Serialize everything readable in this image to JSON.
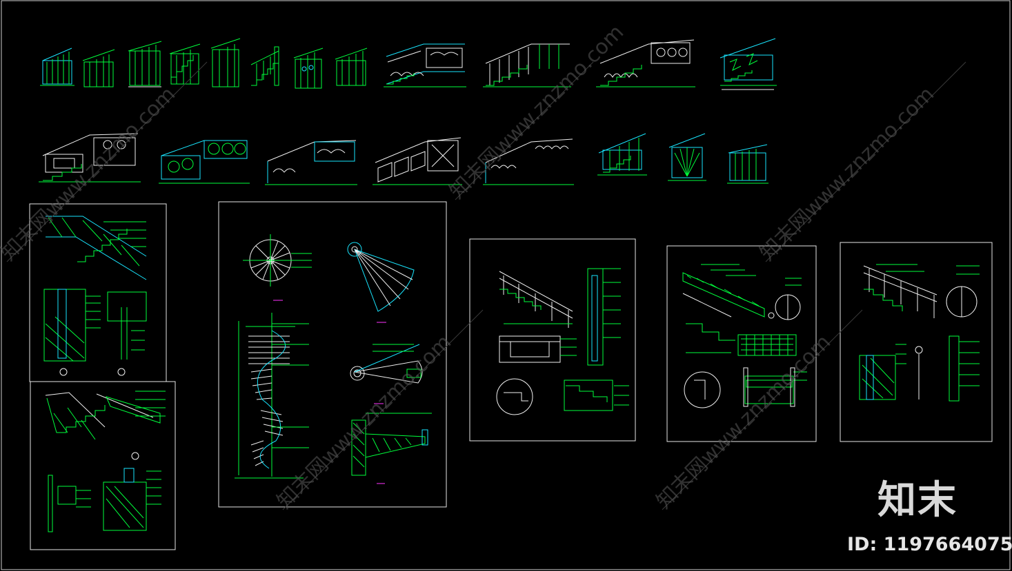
{
  "watermark": {
    "logo_text": "知末",
    "id_text": "ID: 1197664075",
    "diagonal_text": "知末网www.znzmo.com"
  },
  "colors": {
    "background": "#000000",
    "line_green": "#00ff3c",
    "line_cyan": "#19e6ff",
    "line_white": "#f2f2f2",
    "sheet_frame": "#e6e6e6",
    "label_magenta": "#ff33ff",
    "watermark": "#5a5a5a"
  }
}
